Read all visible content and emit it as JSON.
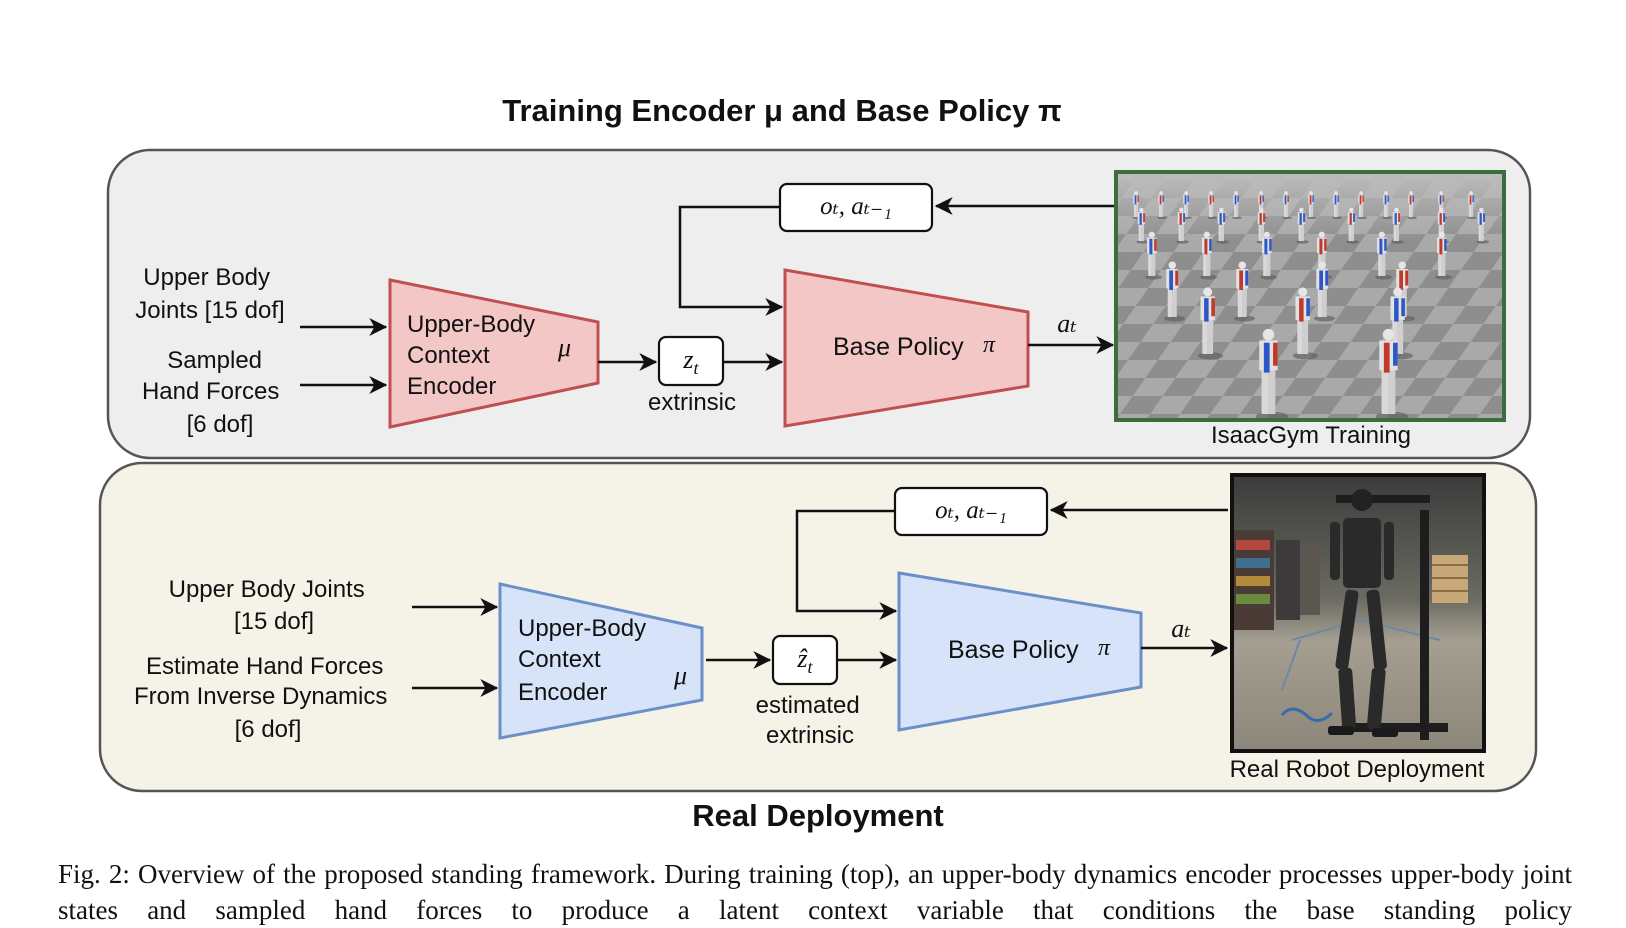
{
  "training": {
    "title": "Training Encoder μ and Base Policy π",
    "input_1_lines": [
      "Upper Body",
      "Joints [15 dof]"
    ],
    "input_2_lines": [
      "Sampled",
      "Hand Forces",
      "[6 dof]"
    ],
    "encoder_lines": [
      "Upper-Body",
      "Context",
      "Encoder"
    ],
    "encoder_symbol": "μ",
    "latent_symbol": "z",
    "latent_subscript": "t",
    "latent_caption": "extrinsic",
    "policy_label": "Base Policy",
    "policy_symbol": "π",
    "obs_label": "oₜ, aₜ₋₁",
    "action_label": "aₜ",
    "sim_caption": "IsaacGym Training"
  },
  "deployment": {
    "title": "Real Deployment",
    "input_1_lines": [
      "Upper Body Joints",
      "[15 dof]"
    ],
    "input_2_lines": [
      "Estimate Hand Forces",
      "From Inverse Dynamics",
      "[6 dof]"
    ],
    "encoder_lines": [
      "Upper-Body",
      "Context",
      "Encoder"
    ],
    "encoder_symbol": "μ",
    "latent_symbol": "ẑ",
    "latent_subscript": "t",
    "latent_caption_lines": [
      "estimated",
      "extrinsic"
    ],
    "policy_label": "Base Policy",
    "policy_symbol": "π",
    "obs_label": "oₜ, aₜ₋₁",
    "action_label": "aₜ",
    "robot_caption": "Real Robot Deployment"
  },
  "colors": {
    "training_bg": "#eeeeee",
    "deployment_bg": "#f5f3e8",
    "red_fill": "#f4c7c7",
    "red_stroke": "#c05050",
    "blue_fill": "#d6e3f8",
    "blue_stroke": "#6b8fc9",
    "sim_frame": "#3b6e3b"
  },
  "caption": "Fig. 2: Overview of the proposed standing framework. During training (top), an upper-body dynamics encoder processes upper-body joint states and sampled hand forces to produce a latent context variable that conditions the base standing policy"
}
